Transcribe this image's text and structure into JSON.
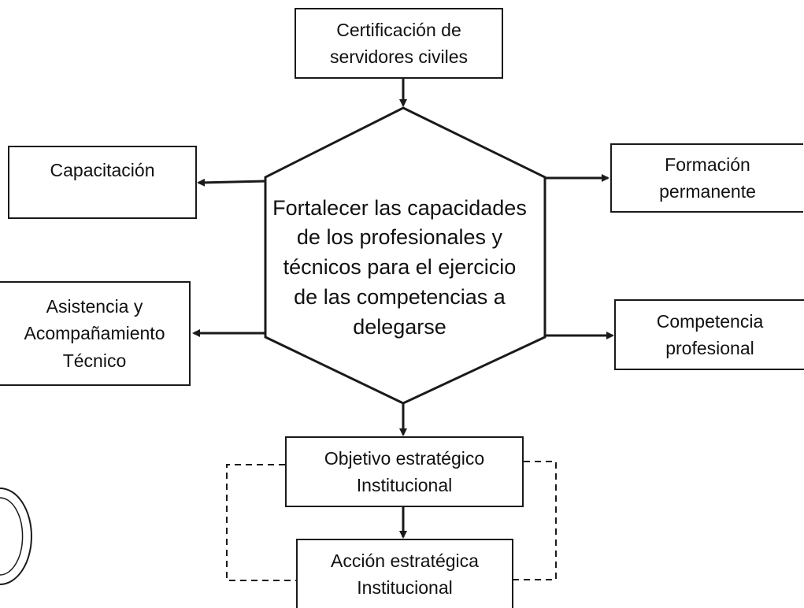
{
  "nodes": {
    "certificacion": "Certificación de\nservidores civiles",
    "centro": "Fortalecer las capacidades\nde los profesionales y\ntécnicos para el ejercicio\nde las competencias  a\ndelegarse",
    "capacitacion": "Capacitación",
    "asistencia": "Asistencia y\nAcompañamiento\nTécnico",
    "formacion": "Formación\npermanente",
    "competencia": "Competencia\nprofesional",
    "objetivo": "Objetivo estratégico\nInstitucional",
    "accion": "Acción estratégica\nInstitucional"
  },
  "colors": {
    "stroke": "#1a1a1a",
    "background": "#ffffff"
  }
}
